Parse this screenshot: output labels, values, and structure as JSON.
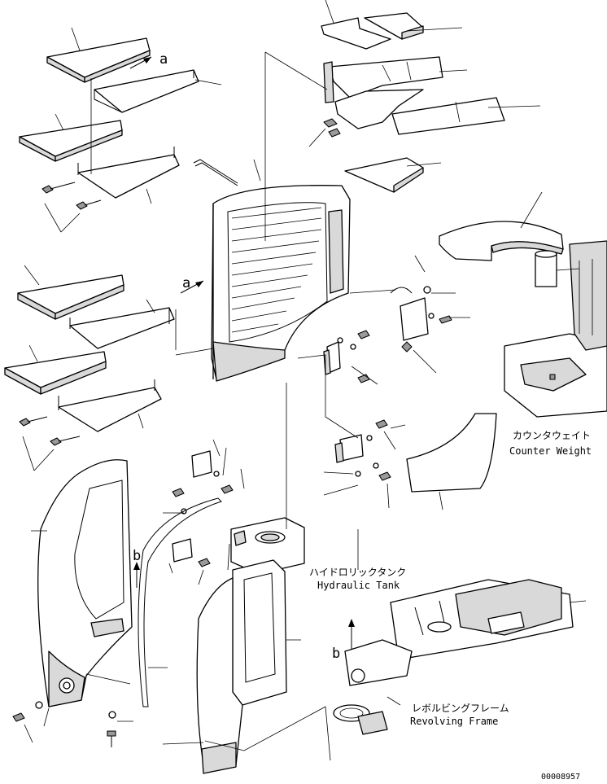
{
  "labels": {
    "counterweight_jp": "カウンタウェイト",
    "counterweight_en": "Counter Weight",
    "hydraulic_tank_jp": "ハイドロリックタンク",
    "hydraulic_tank_en": "Hydraulic Tank",
    "revolving_frame_jp": "レボルビングフレーム",
    "revolving_frame_en": "Revolving Frame",
    "view_a_top": "a",
    "view_a_left": "a",
    "view_b_left": "b",
    "view_b_right": "b",
    "drawing_number": "00008957"
  }
}
